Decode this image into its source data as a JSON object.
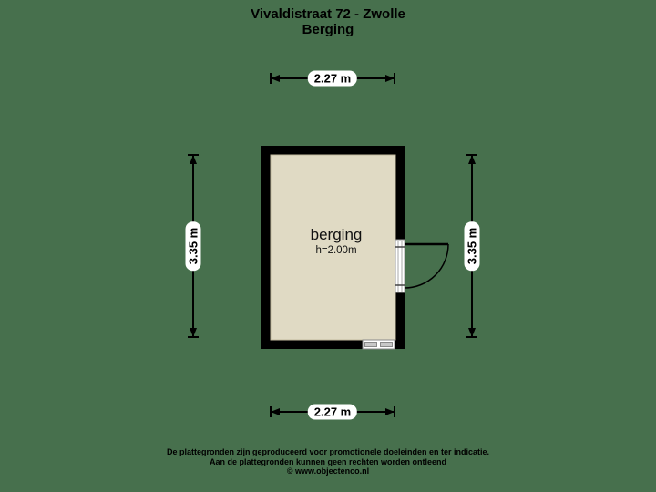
{
  "title": {
    "line1": "Vivaldistraat 72 - Zwolle",
    "line2": "Berging"
  },
  "floorplan": {
    "room": {
      "name": "berging",
      "height_label": "h=2.00m"
    },
    "dimensions": {
      "top": "2.27 m",
      "bottom": "2.27 m",
      "left": "3.35 m",
      "right": "3.35 m"
    },
    "features": [
      "door-right-wall-swing-out",
      "window-bottom-wall"
    ]
  },
  "footer": {
    "line1": "De plattegronden zijn geproduceerd voor promotionele doeleinden en ter indicatie.",
    "line2": "Aan de plattegronden kunnen geen rechten worden ontleend",
    "line3": "© www.objectenco.nl"
  },
  "colors": {
    "background": "#47704d",
    "room_fill": "#e0dac4",
    "wall": "#000000",
    "label_bg": "#ffffff",
    "text": "#000000"
  }
}
